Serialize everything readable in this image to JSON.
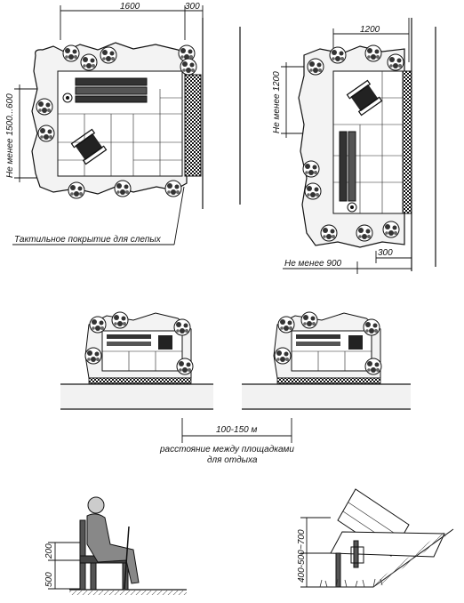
{
  "plan_a": {
    "dim_top_1": "1600",
    "dim_top_2": "300",
    "dim_side": "Не менее 1500...600",
    "tactile_label": "Тактильное покрытие для слепых"
  },
  "plan_b": {
    "dim_top": "1200",
    "dim_side": "Не менее 1200",
    "dim_bottom_1": "300",
    "dim_bottom_2": "Не менее 900"
  },
  "distance": {
    "dim": "100-150 м",
    "caption_line1": "расстояние между площадками",
    "caption_line2": "для отдыха"
  },
  "seated": {
    "dim_1": "200",
    "dim_2": "500"
  },
  "bench": {
    "dim_1": "~700",
    "dim_2": "400-500"
  }
}
